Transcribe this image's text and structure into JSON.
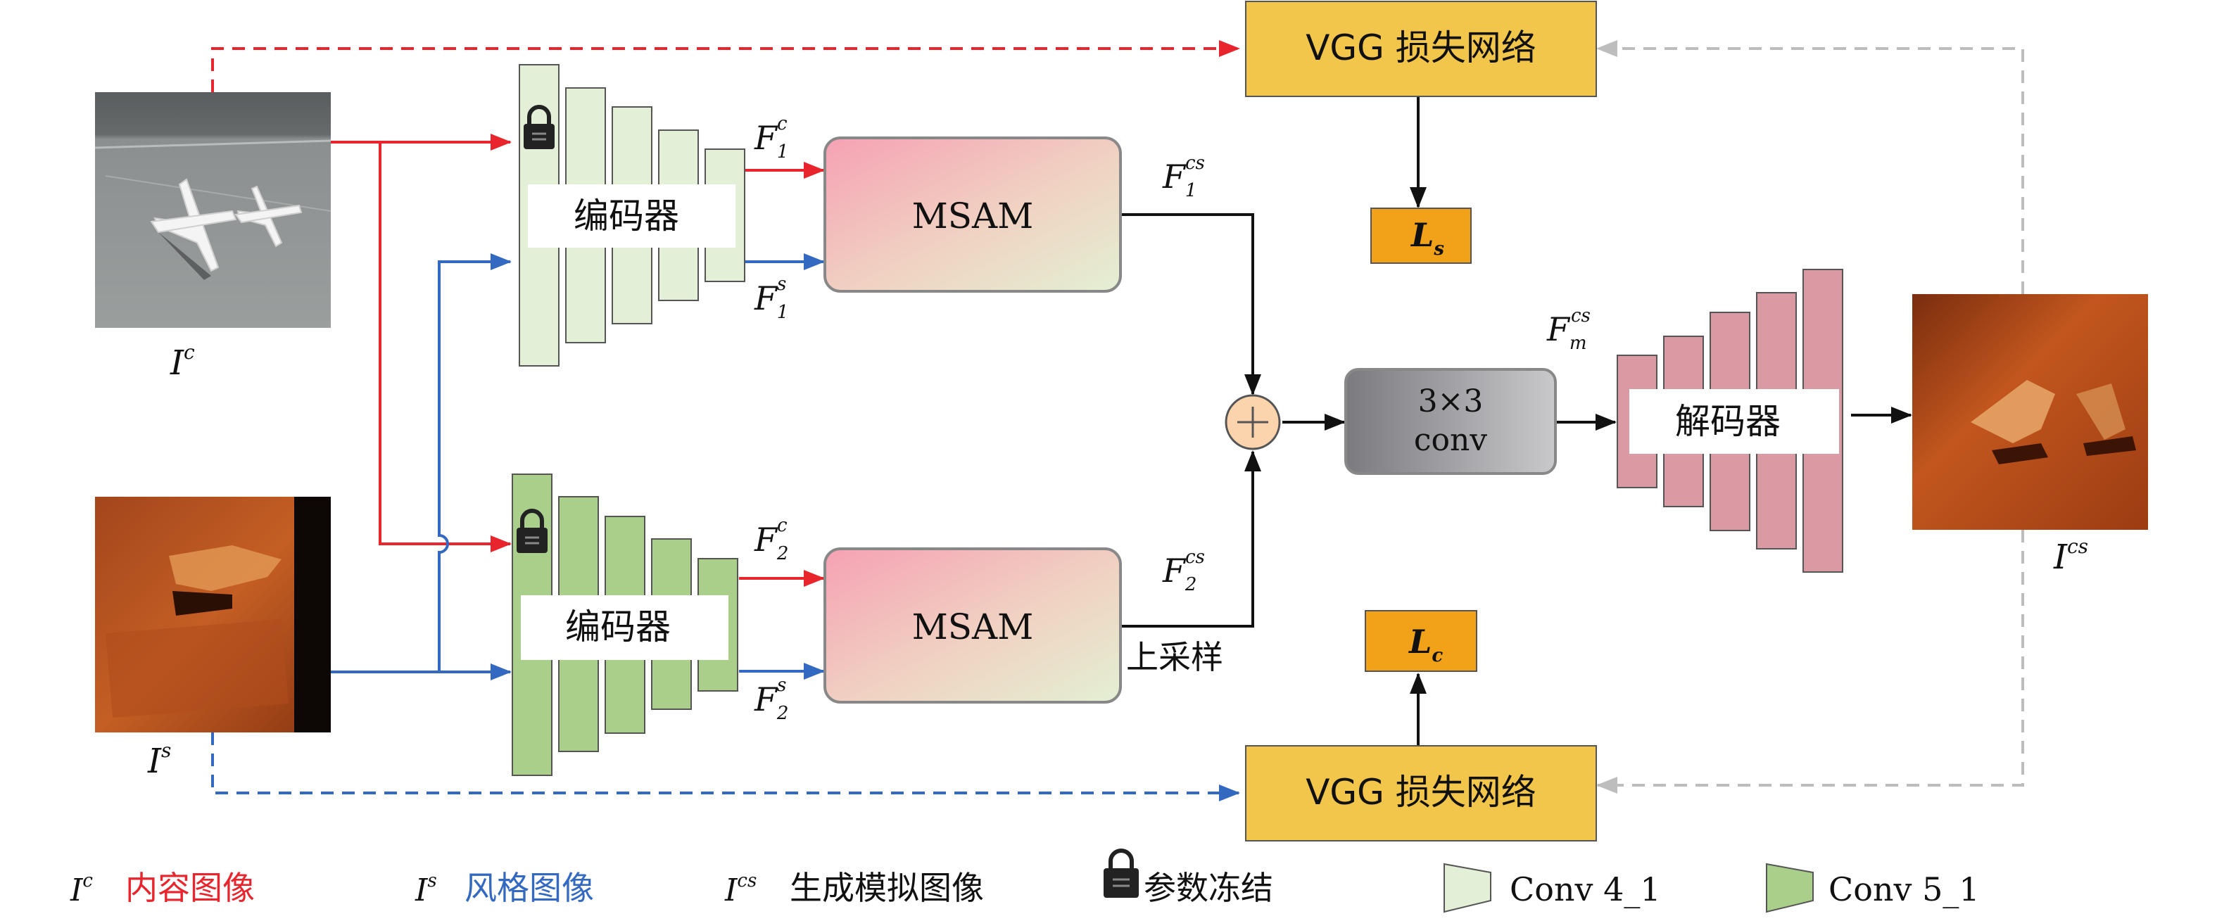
{
  "colors": {
    "content_red": "#e8252d",
    "style_blue": "#3469c2",
    "gray_dashed": "#bdbdbd",
    "vgg_fill": "#f2c54b",
    "loss_fill": "#f1a219",
    "conv41_fill": "#e3efd6",
    "conv51_fill": "#a9cf8a",
    "decoder_fill": "#d99aa3"
  },
  "vgg_top": {
    "label": "VGG 损失网络"
  },
  "vgg_bottom": {
    "label": "VGG 损失网络"
  },
  "loss_s": {
    "main": "L",
    "sub": "s"
  },
  "loss_c": {
    "main": "L",
    "sub": "c"
  },
  "encoder_top": {
    "label": "编码器"
  },
  "encoder_bottom": {
    "label": "编码器"
  },
  "msam_top": {
    "label": "MSAM"
  },
  "msam_bottom": {
    "label": "MSAM"
  },
  "conv_block": {
    "line1": "3×3",
    "line2": "conv"
  },
  "decoder": {
    "label": "解码器"
  },
  "upsample_label": "上采样",
  "features": {
    "f1c": {
      "main": "F",
      "sub": "1",
      "sup": "c"
    },
    "f1s": {
      "main": "F",
      "sub": "1",
      "sup": "s"
    },
    "f2c": {
      "main": "F",
      "sub": "2",
      "sup": "c"
    },
    "f2s": {
      "main": "F",
      "sub": "2",
      "sup": "s"
    },
    "f1cs": {
      "main": "F",
      "sub": "1",
      "sup": "cs"
    },
    "f2cs": {
      "main": "F",
      "sub": "2",
      "sup": "cs"
    },
    "fmcs": {
      "main": "F",
      "sub": "m",
      "sup": "cs"
    }
  },
  "images": {
    "content": {
      "main": "I",
      "sup": "c"
    },
    "style": {
      "main": "I",
      "sup": "s"
    },
    "output": {
      "main": "I",
      "sup": "cs"
    }
  },
  "legend": {
    "content": {
      "symbol_main": "I",
      "symbol_sup": "c",
      "text": "内容图像"
    },
    "style": {
      "symbol_main": "I",
      "symbol_sup": "s",
      "text": "风格图像"
    },
    "generated": {
      "symbol_main": "I",
      "symbol_sup": "cs",
      "text": "生成模拟图像"
    },
    "frozen": {
      "icon": "lock-icon",
      "text": "参数冻结"
    },
    "conv41": {
      "text": "Conv 4_1"
    },
    "conv51": {
      "text": "Conv 5_1"
    }
  }
}
